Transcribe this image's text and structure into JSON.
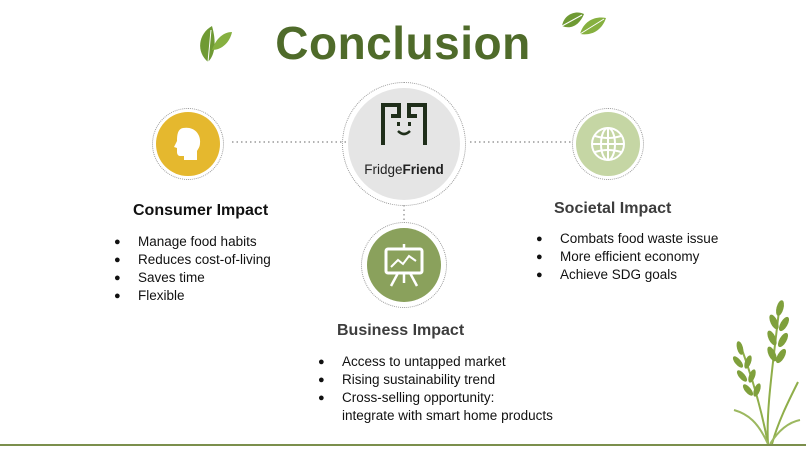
{
  "title": "Conclusion",
  "brand": {
    "prefix": "Fridge",
    "suffix": "Friend"
  },
  "consumer": {
    "heading": "Consumer Impact",
    "items": [
      "Manage food habits",
      "Reduces cost-of-living",
      "Saves time",
      "Flexible"
    ]
  },
  "societal": {
    "heading": "Societal Impact",
    "items": [
      "Combats food waste issue",
      "More efficient economy",
      "Achieve SDG goals"
    ]
  },
  "business": {
    "heading": "Business Impact",
    "items": [
      "Access to untapped market",
      "Rising sustainability trend",
      "Cross-selling opportunity:",
      "integrate with smart home products"
    ]
  },
  "colors": {
    "title": "#4f6b2a",
    "consumer_circle": "#e5b82e",
    "center_circle": "#e5e5e5",
    "societal_circle": "#c5d6a4",
    "business_circle": "#8aa15c",
    "leaf": "#6f9a34"
  },
  "icons": [
    "leaf-icon",
    "head-profile-icon",
    "globe-icon",
    "presentation-board-icon",
    "wheat-icon",
    "fridge-logo-icon"
  ]
}
